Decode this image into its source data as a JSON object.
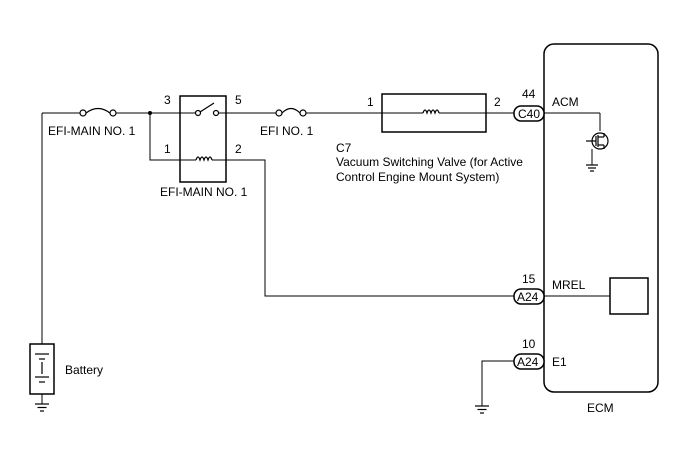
{
  "labels": {
    "fuse_left": "EFI-MAIN NO. 1",
    "fuse_right": "EFI NO. 1",
    "relay": "EFI-MAIN NO. 1",
    "battery": "Battery",
    "ecm": "ECM",
    "vsv_ref": "C7",
    "vsv_name_line1": "Vacuum Switching Valve (for Active",
    "vsv_name_line2": "Control Engine Mount System)"
  },
  "relay_pins": {
    "p3": "3",
    "p5": "5",
    "p1": "1",
    "p2": "2"
  },
  "vsv_pins": {
    "p1": "1",
    "p2": "2"
  },
  "ecm_terminals": [
    {
      "pin": "44",
      "connector": "C40",
      "signal": "ACM"
    },
    {
      "pin": "15",
      "connector": "A24",
      "signal": "MREL"
    },
    {
      "pin": "10",
      "connector": "A24",
      "signal": "E1"
    }
  ]
}
